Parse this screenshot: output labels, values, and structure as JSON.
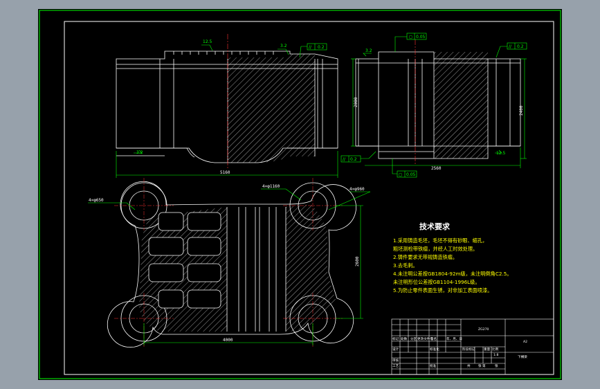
{
  "colors": {
    "background": "#97a1ab",
    "canvas": "#000000",
    "frame": "#00ff00",
    "lines": "#ffffff",
    "hatch": "#ffffff",
    "centerline": "#ff3333",
    "requirements_text": "#ffff00",
    "datum_box": "#00ff00"
  },
  "annotations": {
    "front_roughness_top": "12.5",
    "front_roughness_right": "3.2",
    "front_flatness": "//",
    "front_flatness_value": "0.2",
    "front_roughness_bottom": "3.2",
    "front_width": "5160",
    "side_flatness_top": "0.05",
    "side_roughness_top": "3.2",
    "side_flatness_right": "0.2",
    "side_height_left": "2000",
    "side_height_right": "2400",
    "side_roughness_bottom": "12.5",
    "side_flatness_bottom_left": "0.2",
    "side_flatness_bottom_mid": "0.05",
    "side_width": "2560",
    "plan_hole_large": "4×φ650",
    "plan_hole_inner": "4×φ1160",
    "plan_hole_outer": "4×φ960",
    "plan_height": "2600",
    "plan_width": "4000"
  },
  "requirements": {
    "title": "技术要求",
    "lines": [
      "1.采用铸造毛坯，毛坯不得有砂眼、缩孔，",
      "  粗坯测检带铁瘤，并经人工时效处理。",
      "2.铸件要求无带规铸造铁瘤。",
      "3.去毛刺。",
      "4.未注明公差按GB1804-92m级，未注明倒角C2.5。",
      "  未注明形位公差按GB1104-1996L级。",
      "5.为防止零件表面生锈，对非加工表面喷漆。"
    ]
  },
  "title_block": {
    "material": "ZG270",
    "scale": "A2",
    "part_name": "下横梁",
    "labels": {
      "mark": "标记",
      "count": "处数",
      "zone": "分区",
      "doc_no": "更改文件号",
      "sign": "签名",
      "date": "年、月、日",
      "design": "设计",
      "review": "审核",
      "process": "工艺",
      "approve": "批准",
      "stage": "阶段标记",
      "weight": "重量",
      "ratio": "比例",
      "ratio_value": "1:8",
      "sheet_total": "共",
      "sheet": "张 第",
      "sheet_end": "张",
      "standardize": "标准化"
    }
  }
}
